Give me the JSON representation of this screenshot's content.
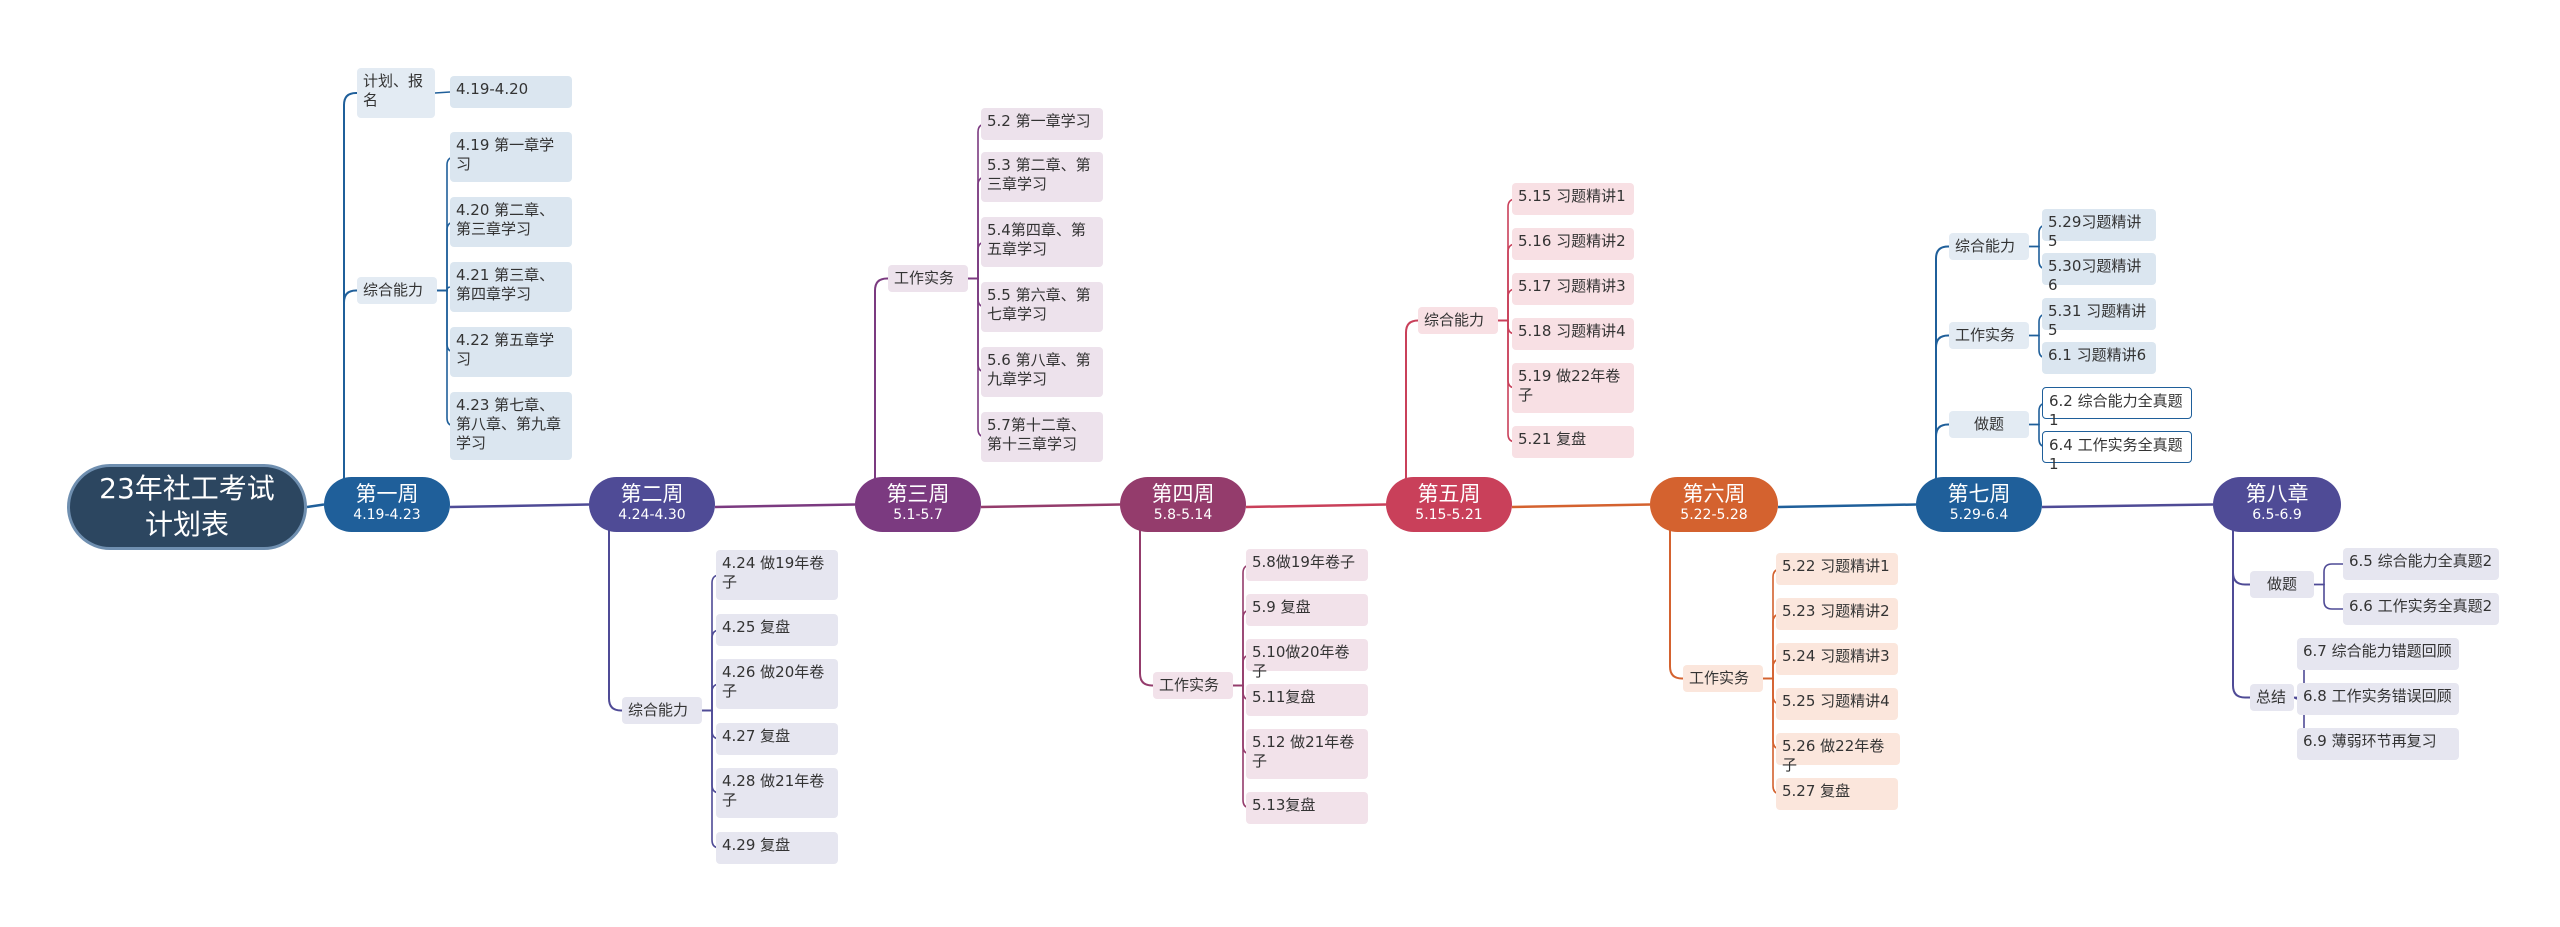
{
  "title": "23年社工考试计划表",
  "colors": {
    "root": "#2c4660",
    "w1": "#1f5f9a",
    "w2": "#4f4b96",
    "w3": "#7b3a80",
    "w4": "#943c6c",
    "w5": "#c9405a",
    "w6": "#d4622f",
    "w7": "#1f5f9a",
    "w8": "#4f4b96"
  },
  "weeks": [
    {
      "title": "第一周",
      "dates": "4.19-4.23",
      "groups": [
        {
          "label": "计划、报名",
          "items": [
            "4.19-4.20"
          ]
        },
        {
          "label": "综合能力",
          "items": [
            "4.19 第一章学习",
            "4.20 第二章、第三章学习",
            "4.21 第三章、第四章学习",
            "4.22 第五章学习",
            "4.23 第七章、第八章、第九章学习"
          ]
        }
      ]
    },
    {
      "title": "第二周",
      "dates": "4.24-4.30",
      "groups": [
        {
          "label": "综合能力",
          "items": [
            "4.24 做19年卷子",
            "4.25 复盘",
            "4.26 做20年卷子",
            "4.27 复盘",
            "4.28 做21年卷子",
            "4.29 复盘"
          ]
        }
      ]
    },
    {
      "title": "第三周",
      "dates": "5.1-5.7",
      "groups": [
        {
          "label": "工作实务",
          "items": [
            "5.2 第一章学习",
            "5.3 第二章、第三章学习",
            "5.4第四章、第五章学习",
            "5.5 第六章、第七章学习",
            "5.6 第八章、第九章学习",
            "5.7第十二章、第十三章学习"
          ]
        }
      ]
    },
    {
      "title": "第四周",
      "dates": "5.8-5.14",
      "groups": [
        {
          "label": "工作实务",
          "items": [
            "5.8做19年卷子",
            "5.9 复盘",
            "5.10做20年卷子",
            "5.11复盘",
            "5.12 做21年卷子",
            "5.13复盘"
          ]
        }
      ]
    },
    {
      "title": "第五周",
      "dates": "5.15-5.21",
      "groups": [
        {
          "label": "综合能力",
          "items": [
            "5.15 习题精讲1",
            "5.16 习题精讲2",
            "5.17 习题精讲3",
            "5.18 习题精讲4",
            "5.19 做22年卷子",
            "5.21 复盘"
          ]
        }
      ]
    },
    {
      "title": "第六周",
      "dates": "5.22-5.28",
      "groups": [
        {
          "label": "工作实务",
          "items": [
            "5.22 习题精讲1",
            "5.23 习题精讲2",
            "5.24 习题精讲3",
            "5.25 习题精讲4",
            "5.26 做22年卷子",
            "5.27 复盘"
          ]
        }
      ]
    },
    {
      "title": "第七周",
      "dates": "5.29-6.4",
      "groups": [
        {
          "label": "综合能力",
          "items": [
            "5.29习题精讲5",
            "5.30习题精讲6"
          ]
        },
        {
          "label": "工作实务",
          "items": [
            "5.31 习题精讲5",
            "6.1 习题精讲6"
          ]
        },
        {
          "label": "做题",
          "items": [
            "6.2 综合能力全真题1",
            "6.4 工作实务全真题1"
          ]
        }
      ]
    },
    {
      "title": "第八章",
      "dates": "6.5-6.9",
      "groups": [
        {
          "label": "做题",
          "items": [
            "6.5 综合能力全真题2",
            "6.6 工作实务全真题2"
          ]
        },
        {
          "label": "总结",
          "items": [
            "6.7 综合能力错题回顾",
            "6.8 工作实务错误回顾",
            "6.9  薄弱环节再复习"
          ]
        }
      ]
    }
  ]
}
